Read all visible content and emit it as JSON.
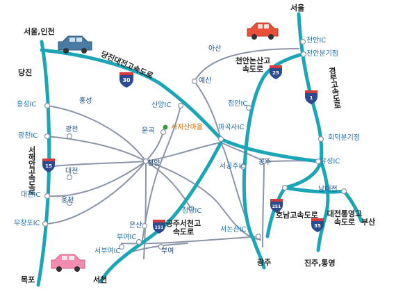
{
  "colors": {
    "expressway": "#1aa6b7",
    "road": "#8c95a8",
    "shield": "#2c4a8f",
    "destination_dot": "#3a9a3a",
    "destination_text": "#e06a00",
    "car_blue": "#4a7ca3",
    "car_red": "#e8503a",
    "car_pink": "#f28cb1"
  },
  "cities": {
    "seoul_top": "서울",
    "seoul_incheon": "서울,인천",
    "dangjin": "당진",
    "mokpo": "목포",
    "seocheon": "서천",
    "gwangju": "광주",
    "busan": "부산",
    "jinju_tongyeong": "진주,통영"
  },
  "highways": {
    "dangjin_daejeon": "당진대전고속도로",
    "cheonan_nonsan": "천안논산고속도로",
    "gyeongbu": "경부고속도로",
    "seohaean": "서해안고속도로",
    "gongju_seocheon": "공주서천고속도로",
    "honam": "호남고속도로",
    "daejeon_tongyeong": "대전통영고속도로"
  },
  "shields": {
    "s30": "30",
    "s25": "25",
    "s1": "1",
    "s15": "15",
    "s151": "151",
    "s251": "251",
    "s35": "35"
  },
  "interchanges": {
    "hongseong_ic": "홍성IC",
    "gwangcheon_ic": "광천IC",
    "daecheon_ic": "대천IC",
    "muchangpo_ic": "무창포IC",
    "sinyang_ic": "신양IC",
    "maroksa_ic": "마곡사IC",
    "seogongju_ic": "서공주IC",
    "jeongan_ic": "정안IC",
    "cheonan_ic": "천안IC",
    "cheonan_jct": "천안분기점",
    "hoedeok_jct": "회덕분기점",
    "yuseong_ic": "유성IC",
    "cheongyang_ic": "청양IC",
    "buyeo_ic": "부여IC",
    "seobuyeo_ic": "서부여IC",
    "seonon_ic": "서논산IC"
  },
  "towns": {
    "asan": "아산",
    "yesan": "예산",
    "hongseong": "홍성",
    "gwangcheon": "광천",
    "daecheon": "대천",
    "ungcheon": "웅천",
    "cheongyang": "청양",
    "ungok": "운곡",
    "gongju": "공주",
    "nondaejeon": "남대전",
    "eunsan": "은산",
    "buyeo": "부여"
  },
  "destination": {
    "name": "사자산마을"
  }
}
